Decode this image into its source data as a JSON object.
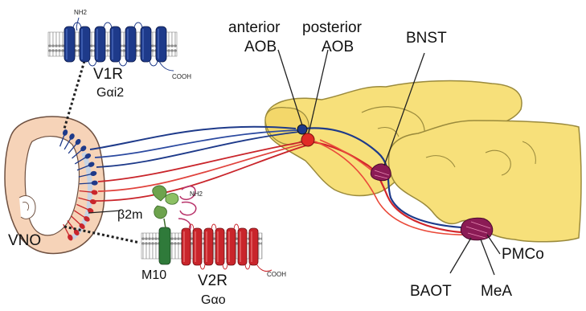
{
  "labels": {
    "v1r": "V1R",
    "v1r_g": "Gαi2",
    "nh2_top": "NH2",
    "cooh_top": "COOH",
    "anterior": "anterior",
    "anterior_aob": "AOB",
    "posterior": "posterior",
    "posterior_aob": "AOB",
    "bnst": "BNST",
    "vno": "VNO",
    "b2m": "β2m",
    "nh2_bottom": "NH2",
    "m10": "M10",
    "v2r": "V2R",
    "v2r_g": "Gαo",
    "cooh_bottom": "COOH",
    "pmco": "PMCo",
    "baot": "BAOT",
    "mea": "MeA"
  },
  "colors": {
    "brain": "#f7e07a",
    "brain_stroke": "#9a8a3c",
    "vno_fill": "#f6d3b8",
    "v1r_blue": "#1e3a8a",
    "v2r_red": "#c9252b",
    "m10_green": "#2f7a3a",
    "b2m_green": "#6da34d",
    "magenta": "#8b1b55",
    "membrane": "#8a8a8a"
  }
}
